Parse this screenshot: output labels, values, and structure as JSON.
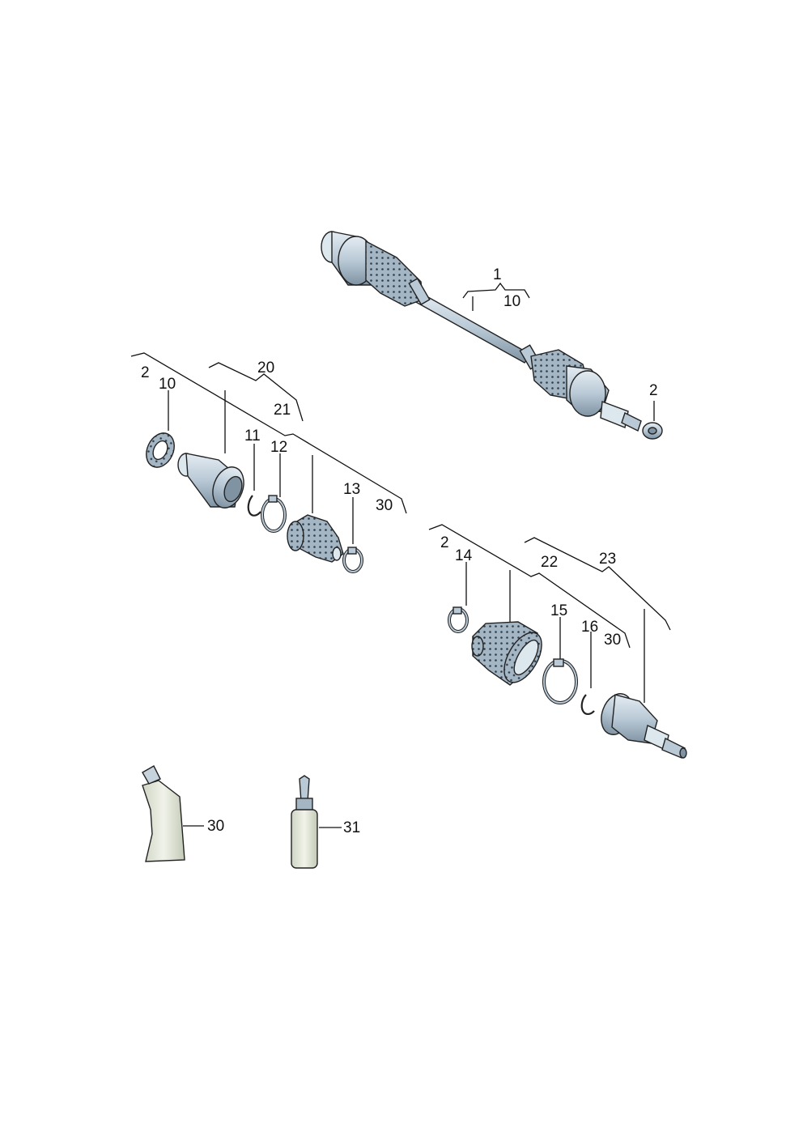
{
  "colors": {
    "part_fill": "#b9c9d6",
    "part_light": "#dde7ee",
    "part_dark": "#7f93a3",
    "boot_fill": "#a4b5c4",
    "tube_fill": "#e4e8dd",
    "bracket": "#111111"
  },
  "labels": {
    "shaft_1": "1",
    "shaft_10": "10",
    "nut_2": "2",
    "left_2": "2",
    "left_10": "10",
    "left_20": "20",
    "left_21": "21",
    "left_11": "11",
    "left_12": "12",
    "left_13": "13",
    "left_30": "30",
    "right_2": "2",
    "right_14": "14",
    "right_22": "22",
    "right_23": "23",
    "right_15": "15",
    "right_16": "16",
    "right_30": "30",
    "grease_30": "30",
    "bottle_31": "31"
  }
}
